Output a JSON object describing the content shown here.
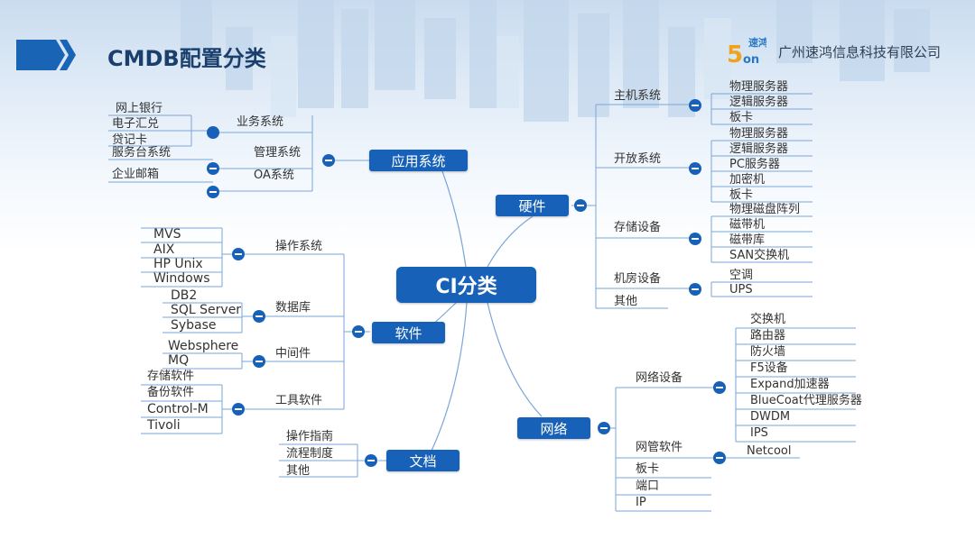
{
  "header": {
    "title": "CMDB配置分类",
    "company": "广州速鸿信息科技有限公司",
    "logo_text": "速鸿 Son"
  },
  "root": {
    "label": "CI分类"
  },
  "categories": {
    "app": {
      "label": "应用系统",
      "groups": [
        {
          "label": "业务系统",
          "leaves": [
            "网上银行",
            "电子汇兑",
            "贷记卡"
          ]
        },
        {
          "label": "管理系统",
          "leaves": [
            "服务台系统"
          ]
        },
        {
          "label": "OA系统",
          "leaves": [
            "企业邮箱"
          ]
        }
      ]
    },
    "hardware": {
      "label": "硬件",
      "groups": [
        {
          "label": "主机系统",
          "leaves": [
            "物理服务器",
            "逻辑服务器",
            "板卡"
          ]
        },
        {
          "label": "开放系统",
          "leaves": [
            "物理服务器",
            "逻辑服务器",
            "PC服务器",
            "加密机",
            "板卡"
          ]
        },
        {
          "label": "存储设备",
          "leaves": [
            "物理磁盘阵列",
            "磁带机",
            "磁带库",
            "SAN交换机"
          ]
        },
        {
          "label": "机房设备",
          "leaves": [
            "空调",
            "UPS"
          ]
        },
        {
          "label": "其他",
          "leaves": []
        }
      ]
    },
    "software": {
      "label": "软件",
      "groups": [
        {
          "label": "操作系统",
          "leaves": [
            "MVS",
            "AIX",
            "HP Unix",
            "Windows"
          ]
        },
        {
          "label": "数据库",
          "leaves": [
            "DB2",
            "SQL Server",
            "Sybase"
          ]
        },
        {
          "label": "中间件",
          "leaves": [
            "Websphere",
            "MQ"
          ]
        },
        {
          "label": "工具软件",
          "leaves": [
            "存储软件",
            "备份软件",
            "Control-M",
            "Tivoli"
          ]
        }
      ]
    },
    "docs": {
      "label": "文档",
      "leaves": [
        "操作指南",
        "流程制度",
        "其他"
      ]
    },
    "network": {
      "label": "网络",
      "groups": [
        {
          "label": "网络设备",
          "leaves": [
            "交换机",
            "路由器",
            "防火墙",
            "F5设备",
            "Expand加速器",
            "BlueCoat代理服务器",
            "DWDM",
            "IPS"
          ]
        },
        {
          "label": "网管软件",
          "leaves": [
            "Netcool"
          ]
        },
        {
          "label": "板卡",
          "leaves": []
        },
        {
          "label": "端口",
          "leaves": []
        },
        {
          "label": "IP",
          "leaves": []
        }
      ]
    }
  },
  "colors": {
    "node": "#1762b8",
    "line": "#6f9fd3",
    "title": "#1b3f6c"
  }
}
